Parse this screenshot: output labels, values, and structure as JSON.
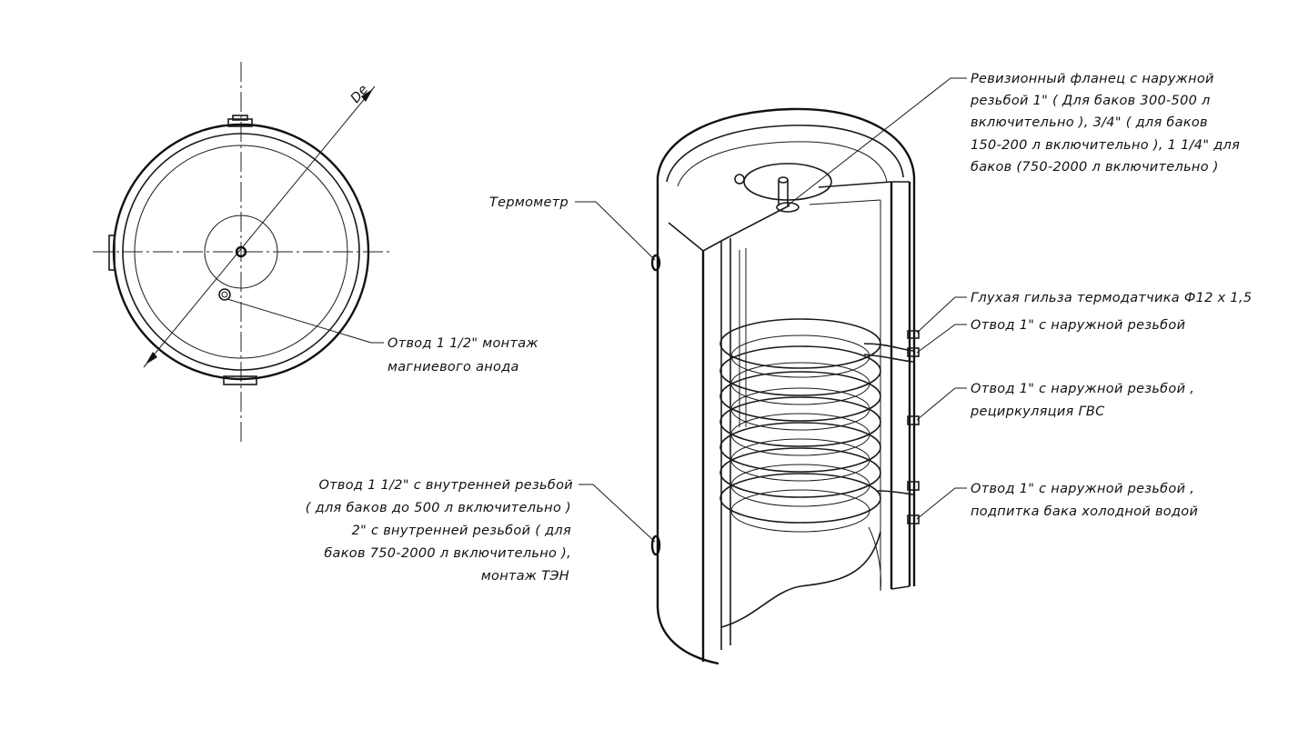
{
  "top_view": {
    "dimension_label": "De",
    "anode_callout": {
      "line1": "Отвод  1 1/2\" монтаж",
      "line2": "магниевого анода"
    }
  },
  "callouts": {
    "thermometer": "Термометр",
    "heater_port": {
      "line1": "Отвод  1 1/2\"  с  внутренней резьбой",
      "line2": "( для  баков  до  500 л  включительно )",
      "line3": "2\"  с  внутренней резьбой  ( для",
      "line4": "баков  750-2000 л  включительно ),",
      "line5": "монтаж  ТЭН"
    },
    "flange": {
      "line1": "Ревизионный  фланец  с  наружной",
      "line2": "резьбой  1\"  ( Для  баков  300-500 л",
      "line3": "включительно ),  3/4\"  ( для  баков",
      "line4": "150-200 л  включительно ),  1 1/4\"  для",
      "line5": "баков  (750-2000 л  включительно )"
    },
    "sensor_sleeve": "Глухая  гильза  термодатчика  Ф12 x 1,5",
    "outlet_1": "Отвод   1\"  с  наружной  резьбой",
    "outlet_dhw": {
      "line1": "Отвод   1\"  с  наружной  резьбой ,",
      "line2": "рециркуляция  ГВС"
    },
    "outlet_cold": {
      "line1": "Отвод   1\"  с  наружной  резьбой ,",
      "line2": "подпитка  бака  холодной  водой"
    }
  }
}
